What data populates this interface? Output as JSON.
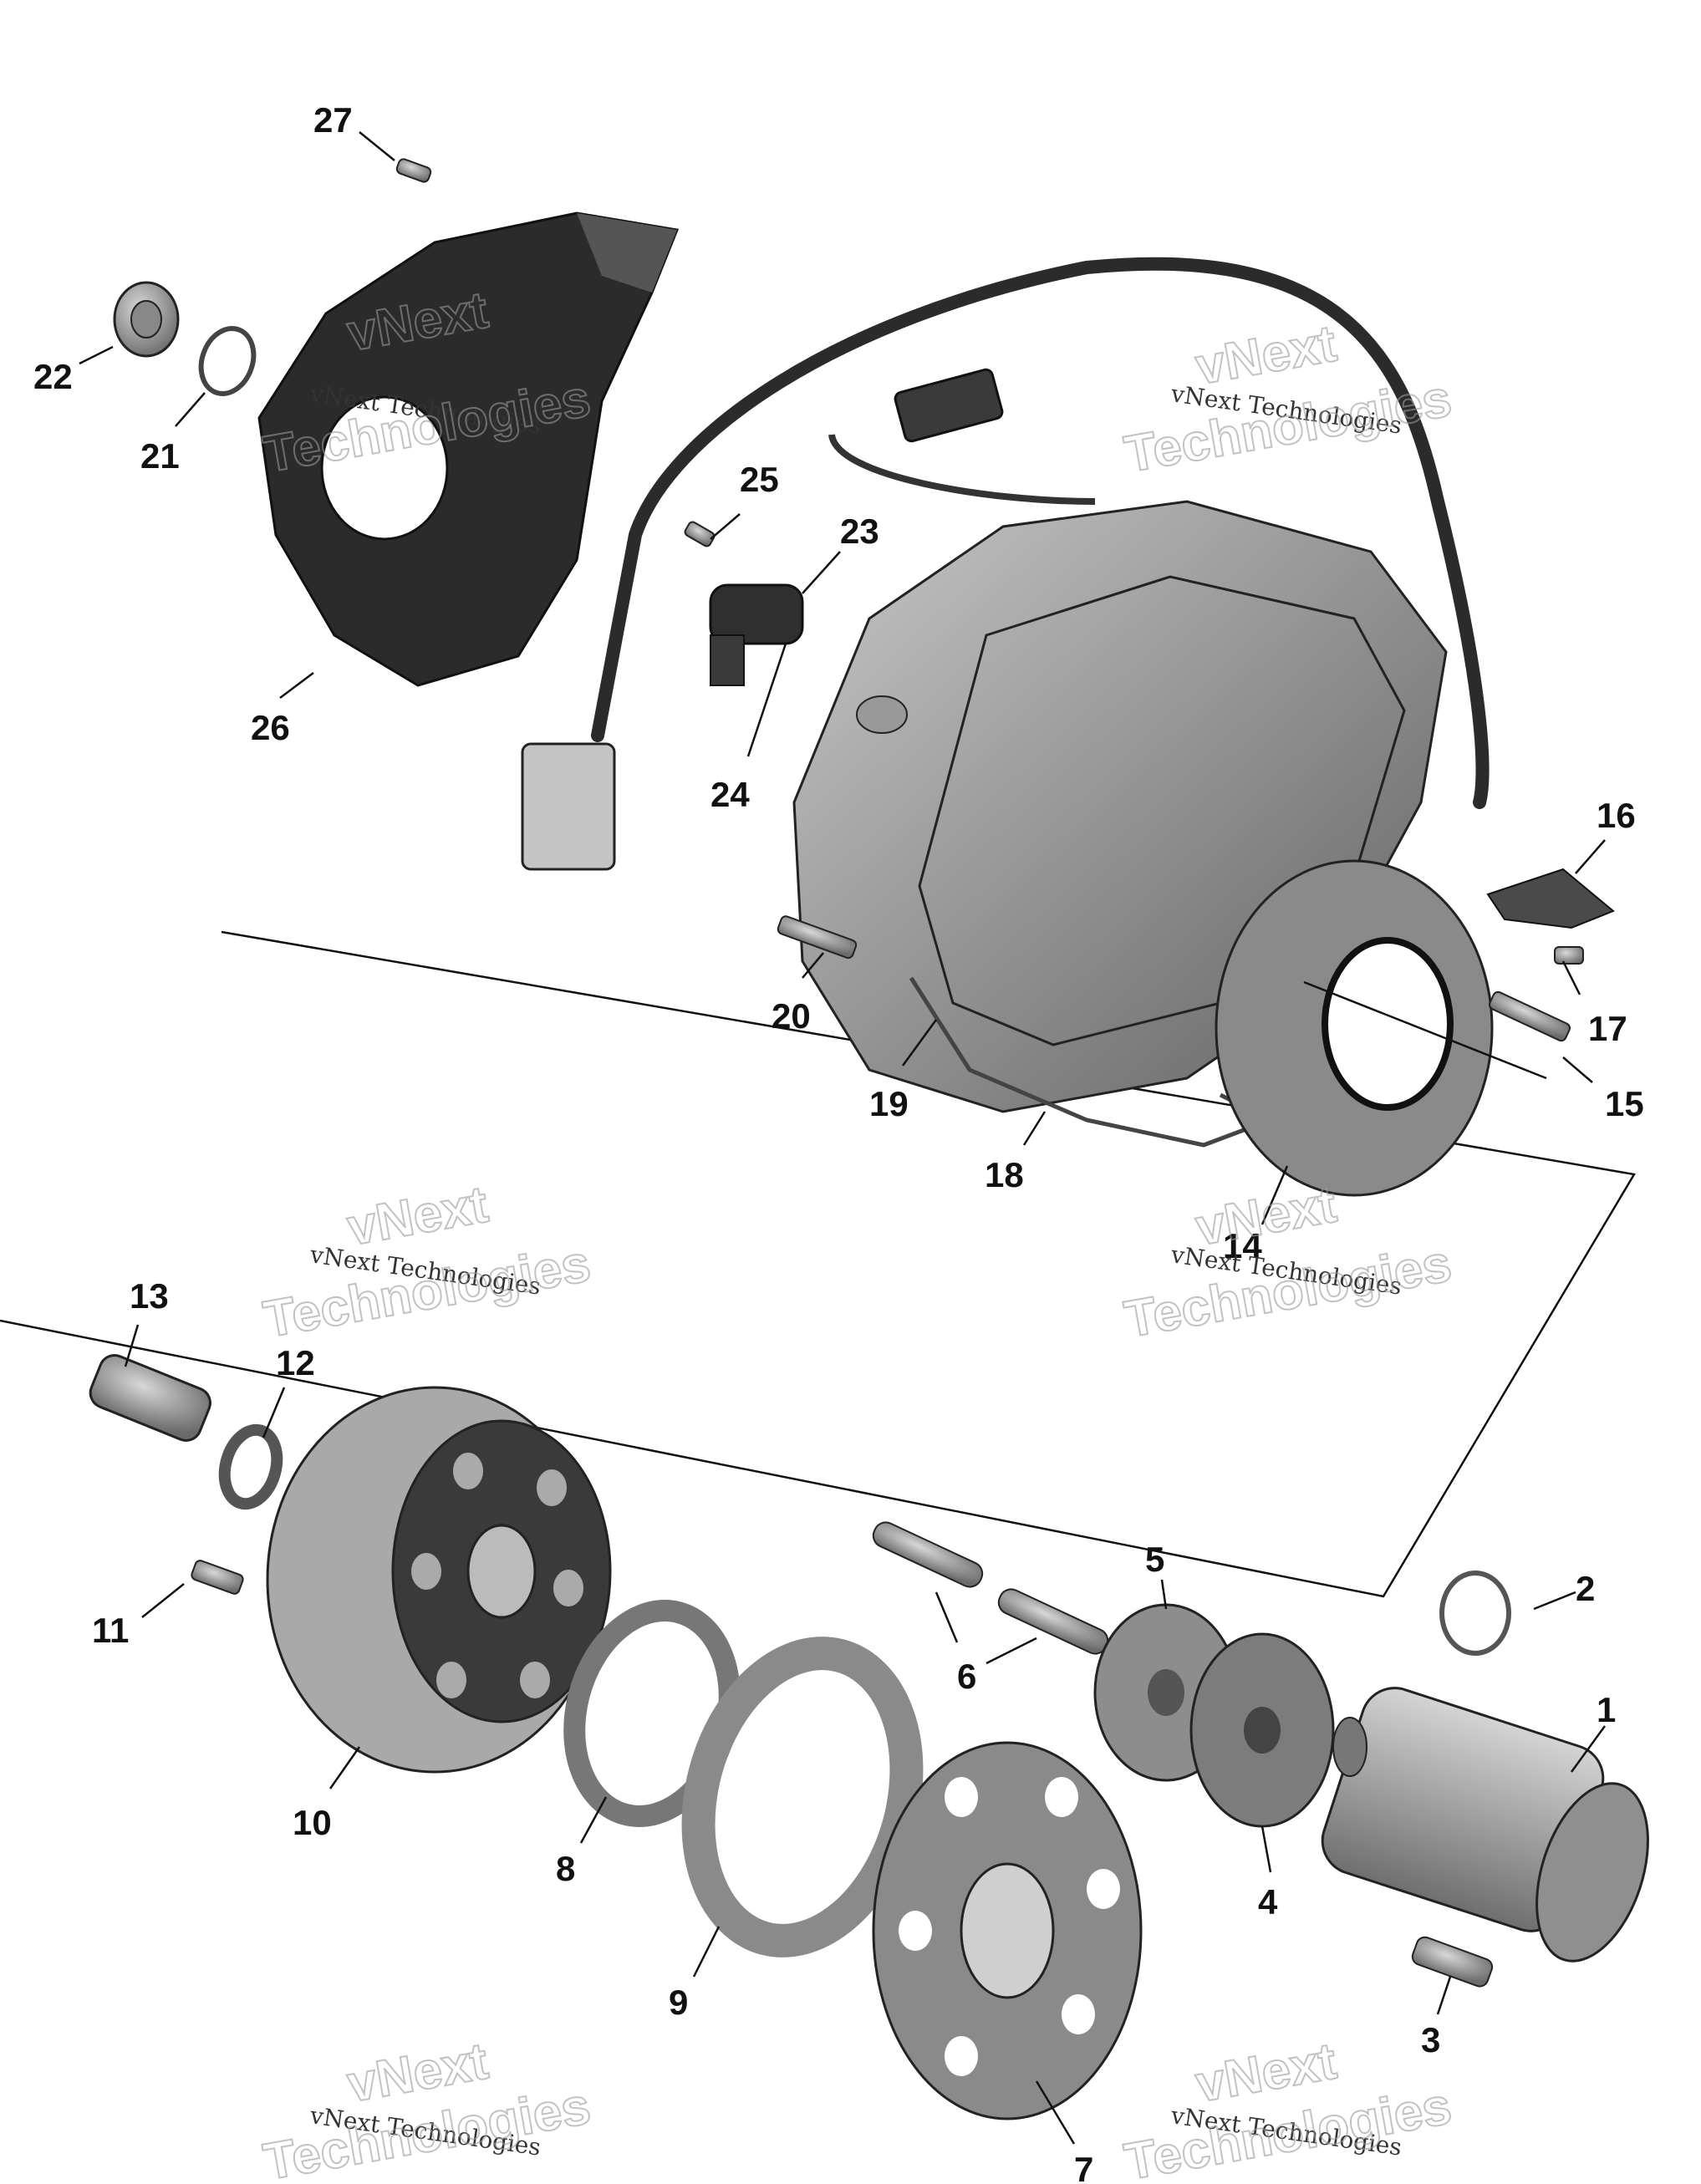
{
  "callouts": [
    "1",
    "2",
    "3",
    "4",
    "5",
    "6",
    "7",
    "8",
    "9",
    "10",
    "11",
    "12",
    "13",
    "14",
    "15",
    "16",
    "17",
    "18",
    "19",
    "20",
    "21",
    "22",
    "23",
    "24",
    "25",
    "26",
    "27"
  ],
  "watermark": {
    "company": "vNext Technologies",
    "line1": "vNext",
    "line2": "Technologies"
  },
  "colors": {
    "part_dark": "#2a2a2a",
    "part_mid": "#7a7a7a",
    "part_light": "#b8b8b8",
    "line": "#111111"
  }
}
